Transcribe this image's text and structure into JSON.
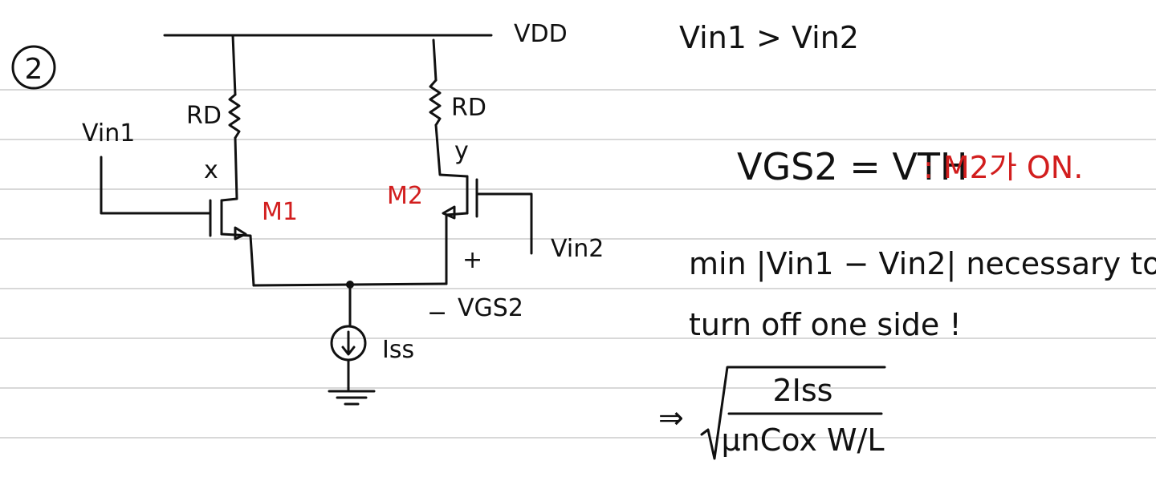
{
  "problem_number": "2",
  "colors": {
    "ink": "#111111",
    "annotation": "#d21e1e",
    "ruled_line": "#d8d8d8"
  },
  "circuit": {
    "supply": "VDD",
    "resistor_left": "RD",
    "resistor_right": "RD",
    "node_left": "x",
    "node_right": "y",
    "transistor_left": "M1",
    "transistor_right": "M2",
    "input_left": "Vin1",
    "input_right": "Vin2",
    "current_source": "Iss",
    "vgs_plus": "+",
    "vgs_minus": "−",
    "vgs_label": "VGS2"
  },
  "notes": {
    "condition": "Vin1 > Vin2",
    "vgs_eq": "VGS2 = VTH",
    "vgs_comment": ": M2가 ON.",
    "line1": "min |Vin1 − Vin2| necessary to",
    "line2": "turn off one side !",
    "arrow": "⇒",
    "numerator": "2Iss",
    "denominator": "μnCox W/L"
  }
}
